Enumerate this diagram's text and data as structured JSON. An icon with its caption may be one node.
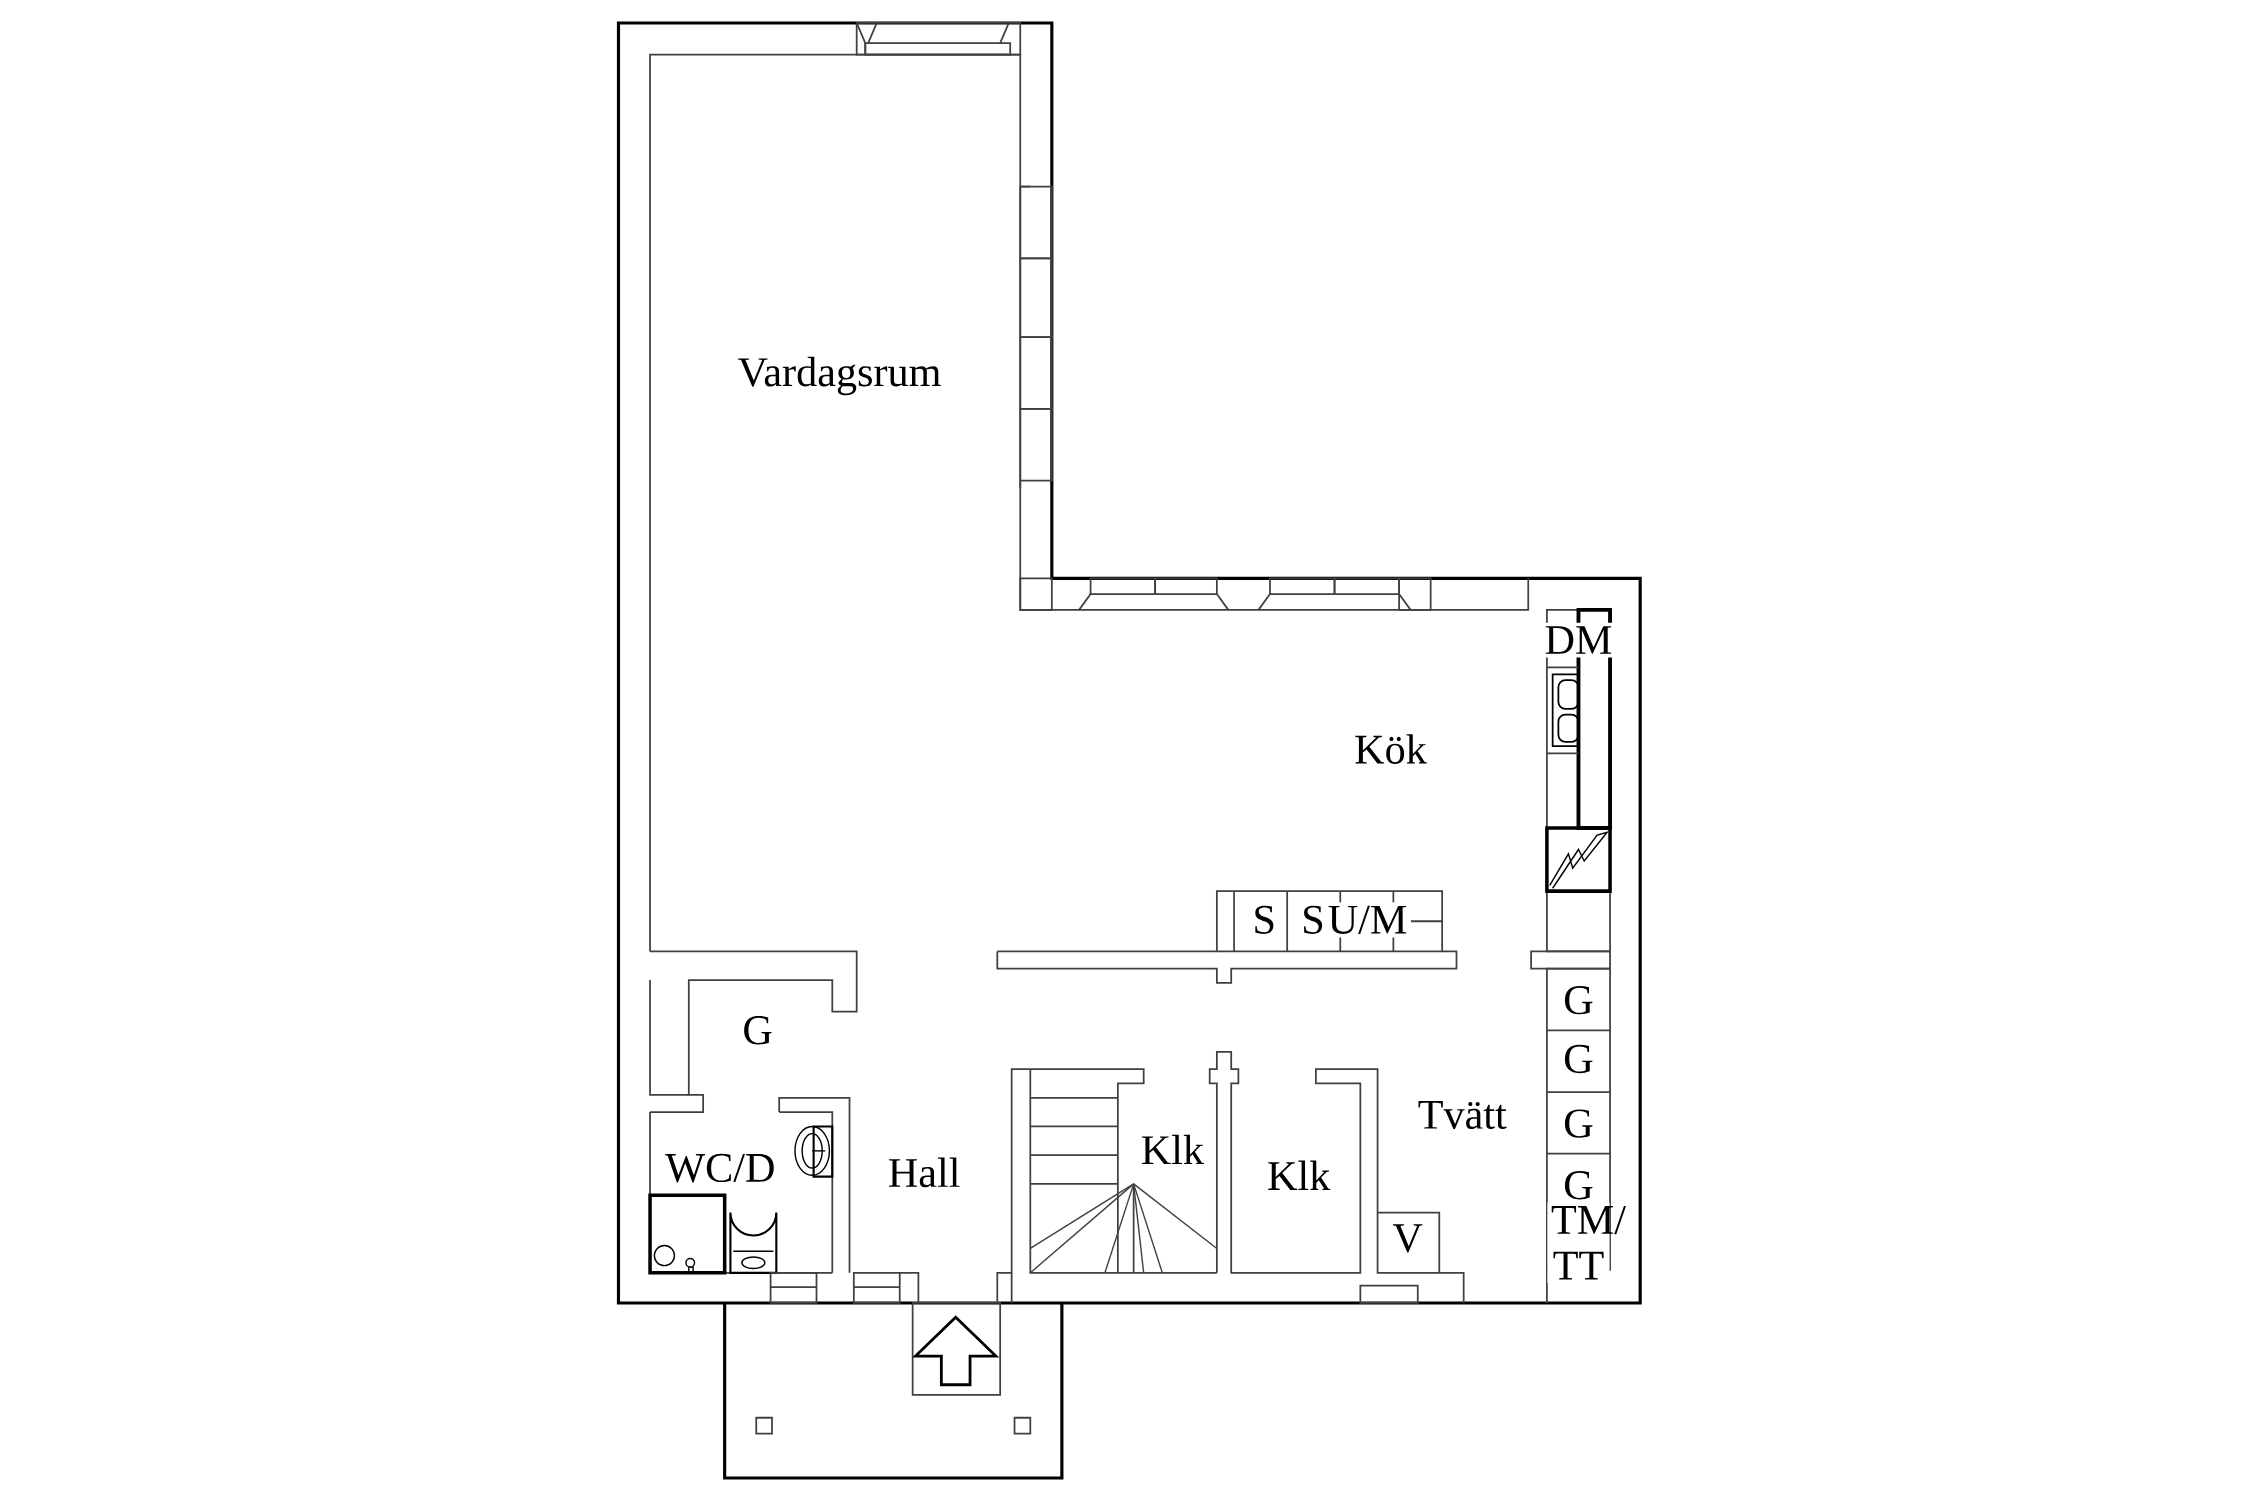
{
  "diagram": {
    "labels": [
      "Vardagsrum",
      "DM",
      "Kök",
      "S",
      "S",
      "U/M",
      "G",
      "G",
      "G",
      "Tvätt",
      "G",
      "Klk",
      "WC/D",
      "Hall",
      "Klk",
      "G",
      "TM/ TT",
      "V"
    ]
  }
}
